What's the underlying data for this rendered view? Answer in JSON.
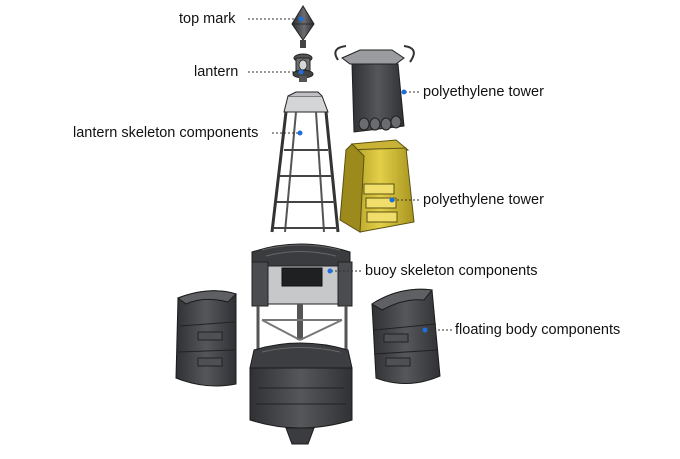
{
  "labels": {
    "top_mark": "top mark",
    "lantern": "lantern",
    "lantern_skeleton": "lantern skeleton components",
    "polyethylene_tower_upper": "polyethylene tower",
    "polyethylene_tower_lower": "polyethylene tower",
    "buoy_skeleton": "buoy skeleton components",
    "floating_body": "floating body components"
  },
  "colors": {
    "body_dark": "#3d3f42",
    "body_mid": "#5a5c60",
    "body_light": "#8a8c90",
    "frame_light": "#c9cacc",
    "tower_yellow": "#d8c23a",
    "tower_yellow_dark": "#9c8a1c",
    "marker_dot": "#1e6fd9",
    "leader_line": "#333333"
  },
  "icons": {
    "top_mark": "cone-topmark-icon",
    "lantern": "lantern-icon",
    "marker": "leader-dot-icon"
  }
}
